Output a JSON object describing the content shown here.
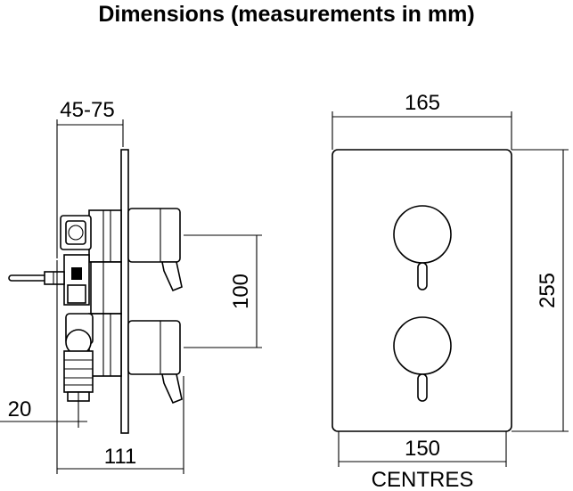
{
  "title": "Dimensions (measurements in mm)",
  "side_view": {
    "depth_range": "45-75",
    "handle_spacing": "100",
    "offset": "20",
    "total_depth": "111"
  },
  "front_view": {
    "width": "165",
    "height": "255",
    "centres_value": "150",
    "centres_label": "CENTRES"
  }
}
